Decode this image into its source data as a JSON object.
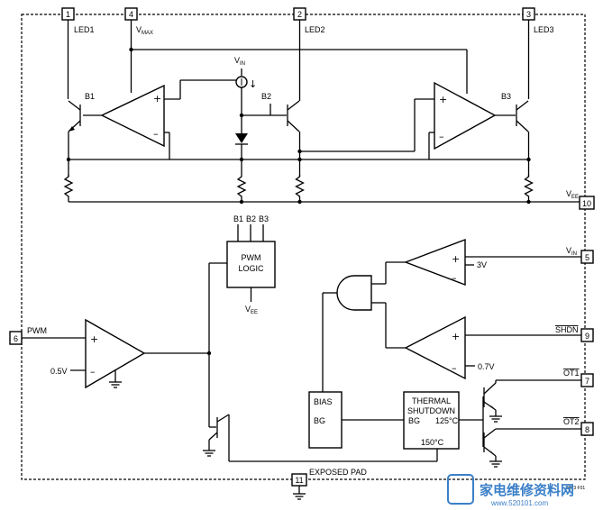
{
  "pins": {
    "p1": {
      "num": "1",
      "name": "LED1"
    },
    "p4": {
      "num": "4",
      "name": "V",
      "sub": "MAX"
    },
    "p2": {
      "num": "2",
      "name": "LED2"
    },
    "p3": {
      "num": "3",
      "name": "LED3"
    },
    "p10": {
      "num": "10",
      "name": "V",
      "sub": "EE"
    },
    "p5": {
      "num": "5",
      "name": "V",
      "sub": "IN"
    },
    "p9": {
      "num": "9",
      "name": "SHDN"
    },
    "p7": {
      "num": "7",
      "name": "OT1"
    },
    "p8": {
      "num": "8",
      "name": "OT2"
    },
    "p6": {
      "num": "6",
      "name": "PWM"
    },
    "p11": {
      "num": "11",
      "name": "EXPOSED PAD"
    }
  },
  "labels": {
    "vin_top": "V",
    "vin_top_sub": "IN",
    "b1": "B1",
    "b2": "B2",
    "b3": "B3",
    "b1_top": "B1",
    "b2_top": "B2",
    "b3_top": "B3",
    "pwm_logic_1": "PWM",
    "pwm_logic_2": "LOGIC",
    "vee_logic": "V",
    "vee_logic_sub": "EE",
    "v3": "3V",
    "v07": "0.7V",
    "v05": "0.5V",
    "bias": "BIAS",
    "bg1": "BG",
    "thermal_1": "THERMAL",
    "thermal_2": "SHUTDOWN",
    "bg2": "BG",
    "t125": "125°C",
    "t150": "150°C",
    "plus": "+",
    "minus": "–",
    "fig_code": "3003 F01"
  },
  "watermark": {
    "cn": "家电维修资料网",
    "url": "www.520101.com"
  },
  "colors": {
    "ink": "#000000",
    "watermark": "#3a7fc8"
  }
}
